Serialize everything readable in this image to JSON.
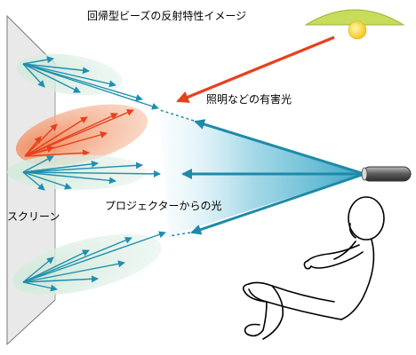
{
  "title": "回帰型ビーズの反射特性イメージ",
  "harmful_light_label": "照明などの有害光",
  "projector_light_label": "プロジェクターからの光",
  "screen_label": "スクリーン",
  "colors": {
    "projector_beam": "#3aa6c6",
    "projector_arrow": "#1e8aa8",
    "harmful_arrow": "#e8401c",
    "reflect_lobe": "#cfe8d8",
    "reflect_arrow": "#1f8fb0",
    "red_lobe": "#f3a27a",
    "red_arrow": "#e8401c",
    "lamp_shade": "#c6dc5a",
    "lamp_bulb": "#f7d22a",
    "screen_fill": "#e9e9e9",
    "projector_body": "#707070"
  },
  "icons": {
    "lamp": "ceiling-lamp-icon",
    "projector": "projector-icon",
    "viewer": "seated-person-icon"
  }
}
